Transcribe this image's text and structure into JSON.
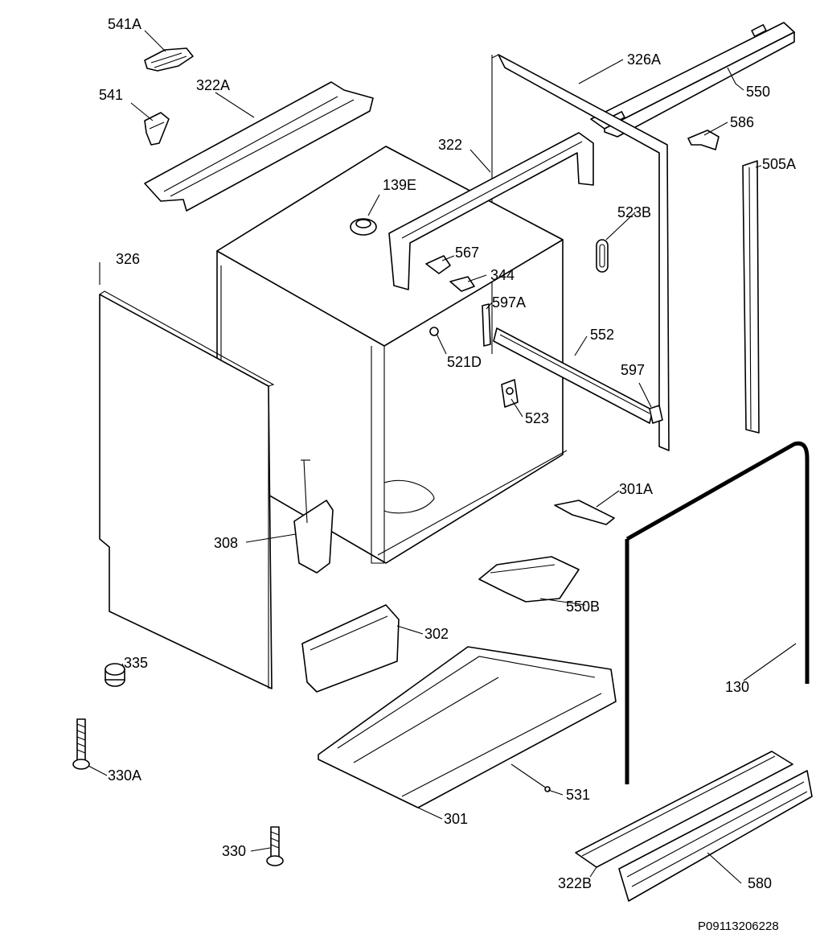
{
  "diagram": {
    "document_code": "P09113206228",
    "parts": {
      "p541A": "541A",
      "p541": "541",
      "p322A": "322A",
      "p326A": "326A",
      "p550": "550",
      "p586": "586",
      "p322": "322",
      "p139E": "139E",
      "p505A": "505A",
      "p523B": "523B",
      "p326": "326",
      "p567": "567",
      "p344": "344",
      "p597A": "597A",
      "p552": "552",
      "p521D": "521D",
      "p597": "597",
      "p523": "523",
      "p301A": "301A",
      "p308": "308",
      "p550B": "550B",
      "p302": "302",
      "p335": "335",
      "p130": "130",
      "p330A": "330A",
      "p531": "531",
      "p301": "301",
      "p330": "330",
      "p322B": "322B",
      "p580": "580"
    }
  }
}
